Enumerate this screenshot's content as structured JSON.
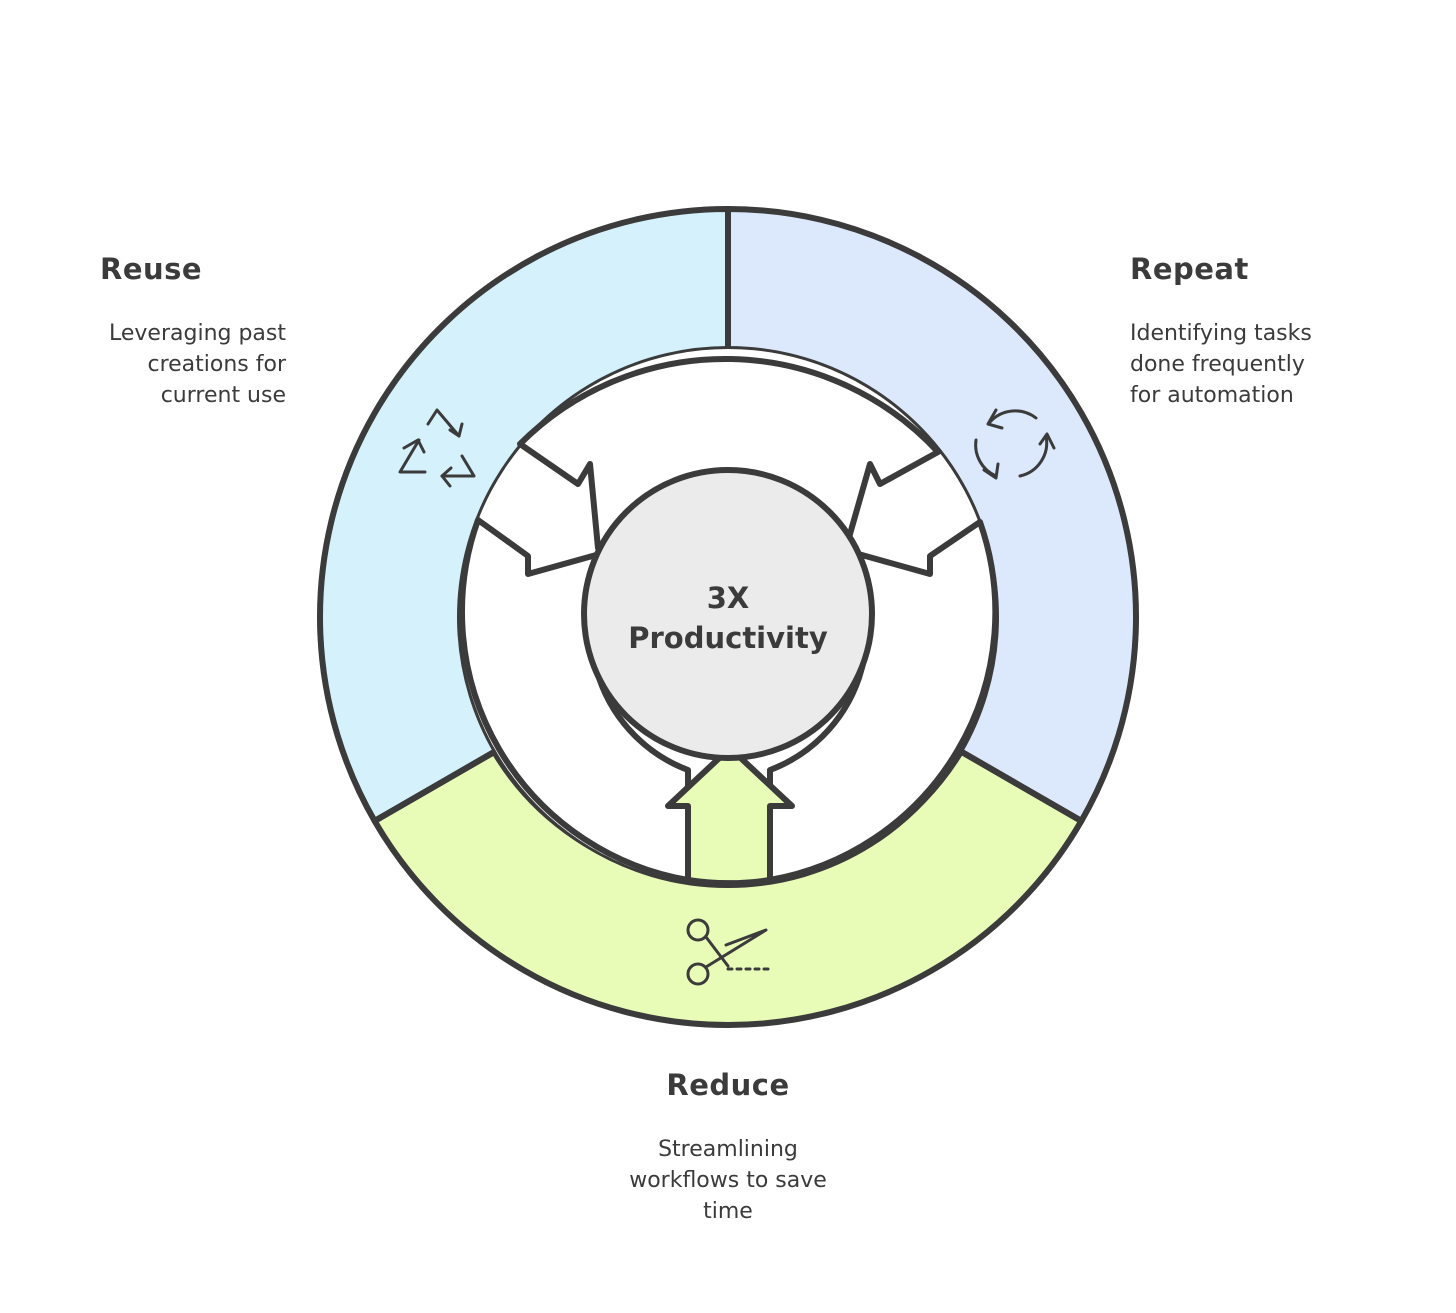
{
  "center": {
    "line1": "3X",
    "line2": "Productivity"
  },
  "segments": [
    {
      "id": "reuse",
      "title": "Reuse",
      "description": "Leveraging past\ncreations for\ncurrent use",
      "icon": "recycle-icon",
      "color": "#d4f1fc"
    },
    {
      "id": "repeat",
      "title": "Repeat",
      "description": "Identifying tasks\ndone frequently\nfor automation",
      "icon": "cycle-arrows-icon",
      "color": "#dce8fc"
    },
    {
      "id": "reduce",
      "title": "Reduce",
      "description": "Streamlining\nworkflows to save\ntime",
      "icon": "scissors-icon",
      "color": "#e8fcb8"
    }
  ],
  "colors": {
    "stroke": "#3b3b3b",
    "center_fill": "#ebebeb",
    "background": "#ffffff"
  }
}
